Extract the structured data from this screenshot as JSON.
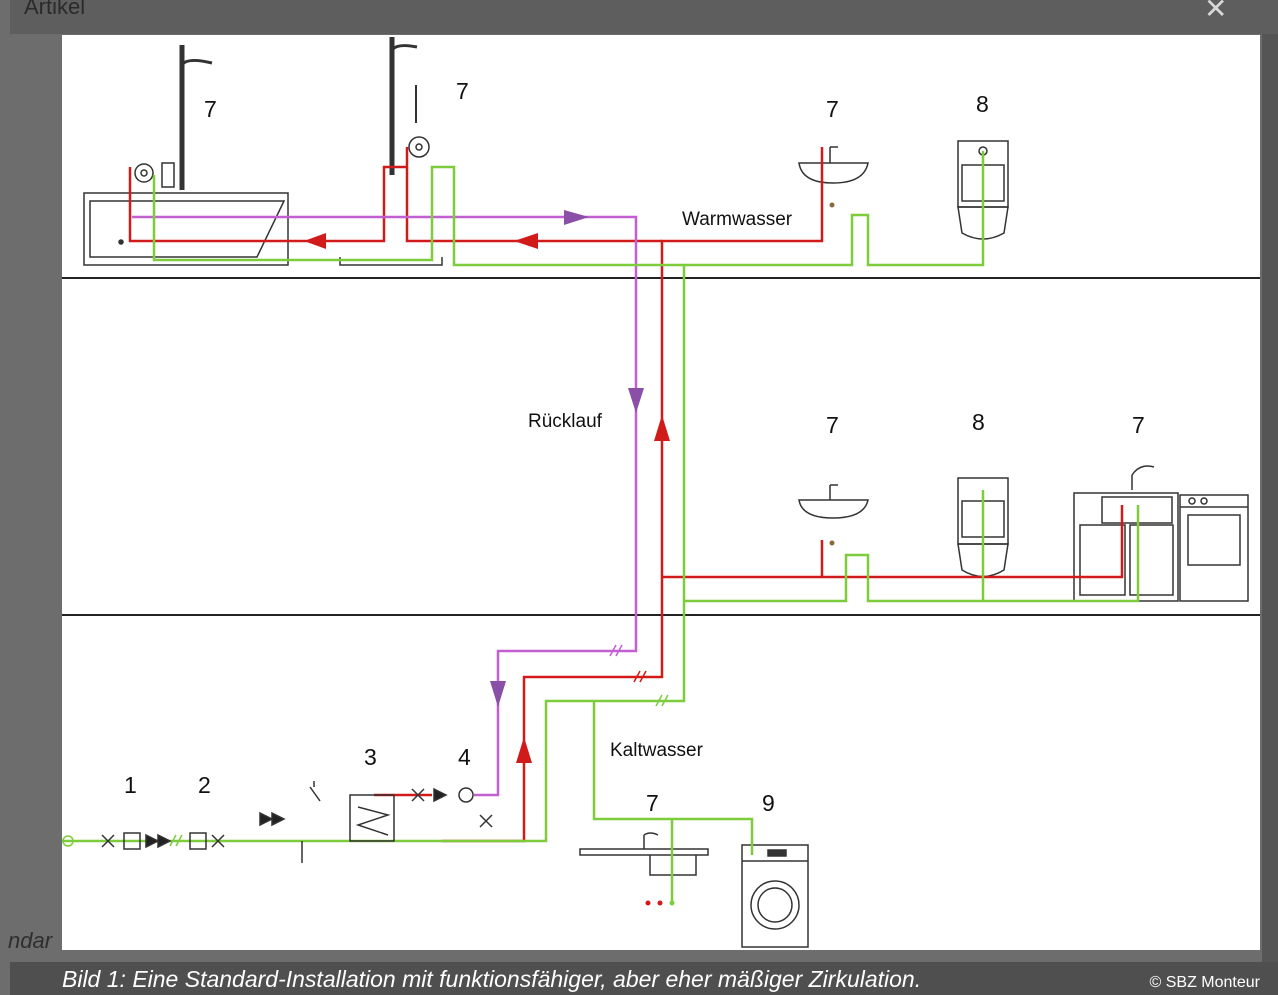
{
  "background": {
    "page_title": "Artikel",
    "left_fragment": "ndar"
  },
  "labels": {
    "warmwasser": "Warmwasser",
    "ruecklauf": "Rücklauf",
    "kaltwasser": "Kaltwasser"
  },
  "numbers": {
    "bath": "7",
    "shower": "7",
    "sink_top": "7",
    "wc_top": "8",
    "sink_mid": "7",
    "wc_mid": "8",
    "kitchen_mid": "7",
    "n1": "1",
    "n2": "2",
    "n3": "3",
    "n4": "4",
    "kitchen_bottom": "7",
    "washer": "9"
  },
  "caption": "Bild 1: Eine Standard-Installation mit funktionsfähiger, aber eher mäßiger Zirkulation.",
  "credit": "© SBZ Monteur",
  "colors": {
    "hot": "#d11a1a",
    "cold": "#7ccc3c",
    "circulation": "#c25fd1",
    "arrow_circulation": "#8a4fa6",
    "floor_line": "#222222"
  }
}
